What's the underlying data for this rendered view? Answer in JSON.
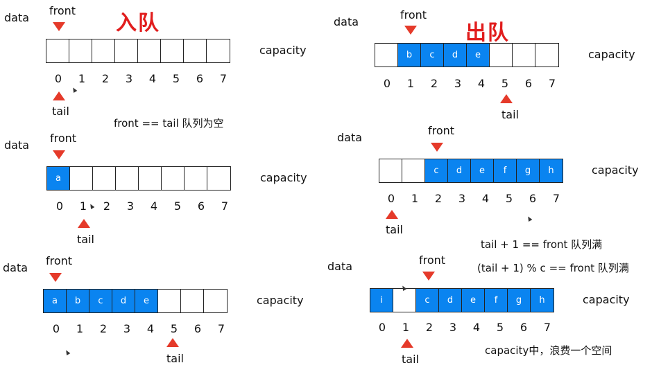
{
  "headings": {
    "enqueue": "入队",
    "dequeue": "出队"
  },
  "labels": {
    "data": "data",
    "front": "front",
    "tail": "tail",
    "capacity": "capacity"
  },
  "indices": [
    "0",
    "1",
    "2",
    "3",
    "4",
    "5",
    "6",
    "7"
  ],
  "panels": {
    "p1": {
      "cells": [
        "",
        "",
        "",
        "",
        "",
        "",
        "",
        ""
      ]
    },
    "p2": {
      "cells": [
        "a",
        "",
        "",
        "",
        "",
        "",
        "",
        ""
      ]
    },
    "p3": {
      "cells": [
        "a",
        "b",
        "c",
        "d",
        "e",
        "",
        "",
        ""
      ]
    },
    "p4": {
      "cells": [
        "",
        "b",
        "c",
        "d",
        "e",
        "",
        "",
        ""
      ]
    },
    "p5": {
      "cells": [
        "",
        "",
        "c",
        "d",
        "e",
        "f",
        "g",
        "h"
      ]
    },
    "p6": {
      "cells": [
        "i",
        "",
        "c",
        "d",
        "e",
        "f",
        "g",
        "h"
      ]
    }
  },
  "notes": {
    "empty": "front == tail 队列为空",
    "full1": "tail + 1 == front 队列满",
    "full2": "(tail + 1) % c == front 队列满",
    "waste": "capacity中，浪费一个空间"
  },
  "colors": {
    "filled": "#0a84f0",
    "arrow": "#e53a2a",
    "heading": "#e11d1d"
  }
}
